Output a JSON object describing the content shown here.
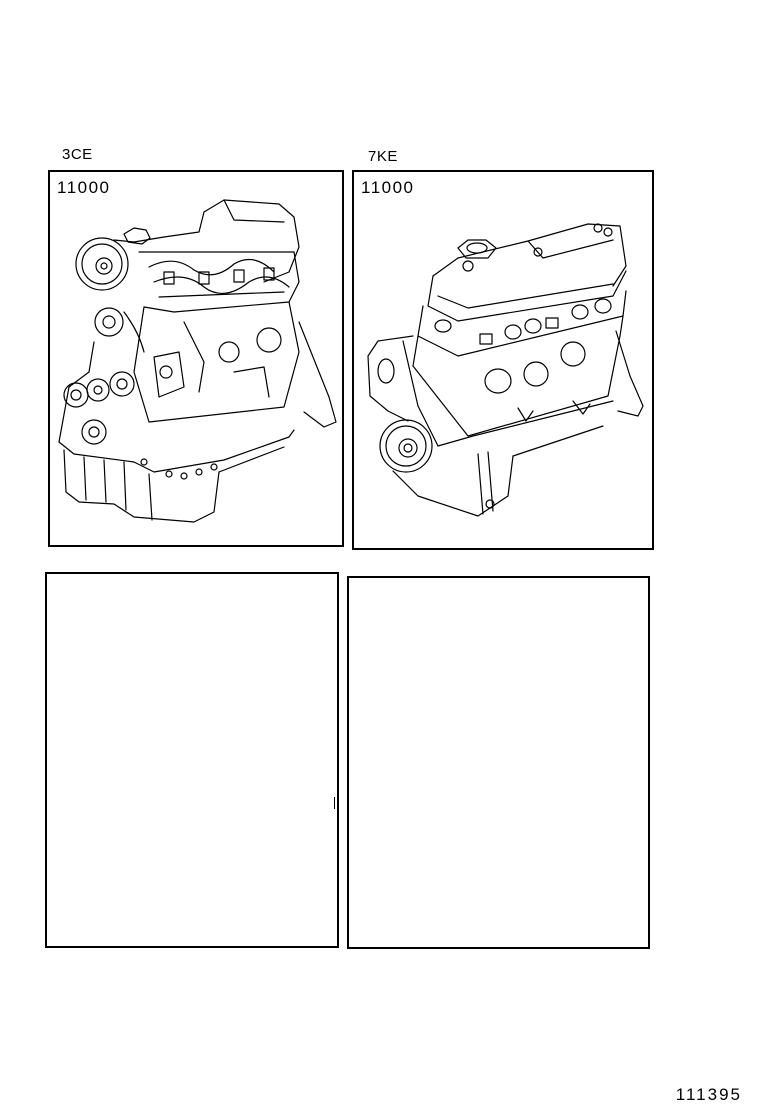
{
  "page": {
    "page_id": "111395"
  },
  "panels": [
    {
      "model": "3CE",
      "part_number": "11000",
      "illustration": "engine-assembly-3ce-icon"
    },
    {
      "model": "7KE",
      "part_number": "11000",
      "illustration": "engine-assembly-7ke-icon"
    },
    {
      "model": "",
      "part_number": "",
      "illustration": ""
    },
    {
      "model": "",
      "part_number": "",
      "illustration": ""
    }
  ],
  "colors": {
    "line": "#000000",
    "background": "#ffffff"
  }
}
